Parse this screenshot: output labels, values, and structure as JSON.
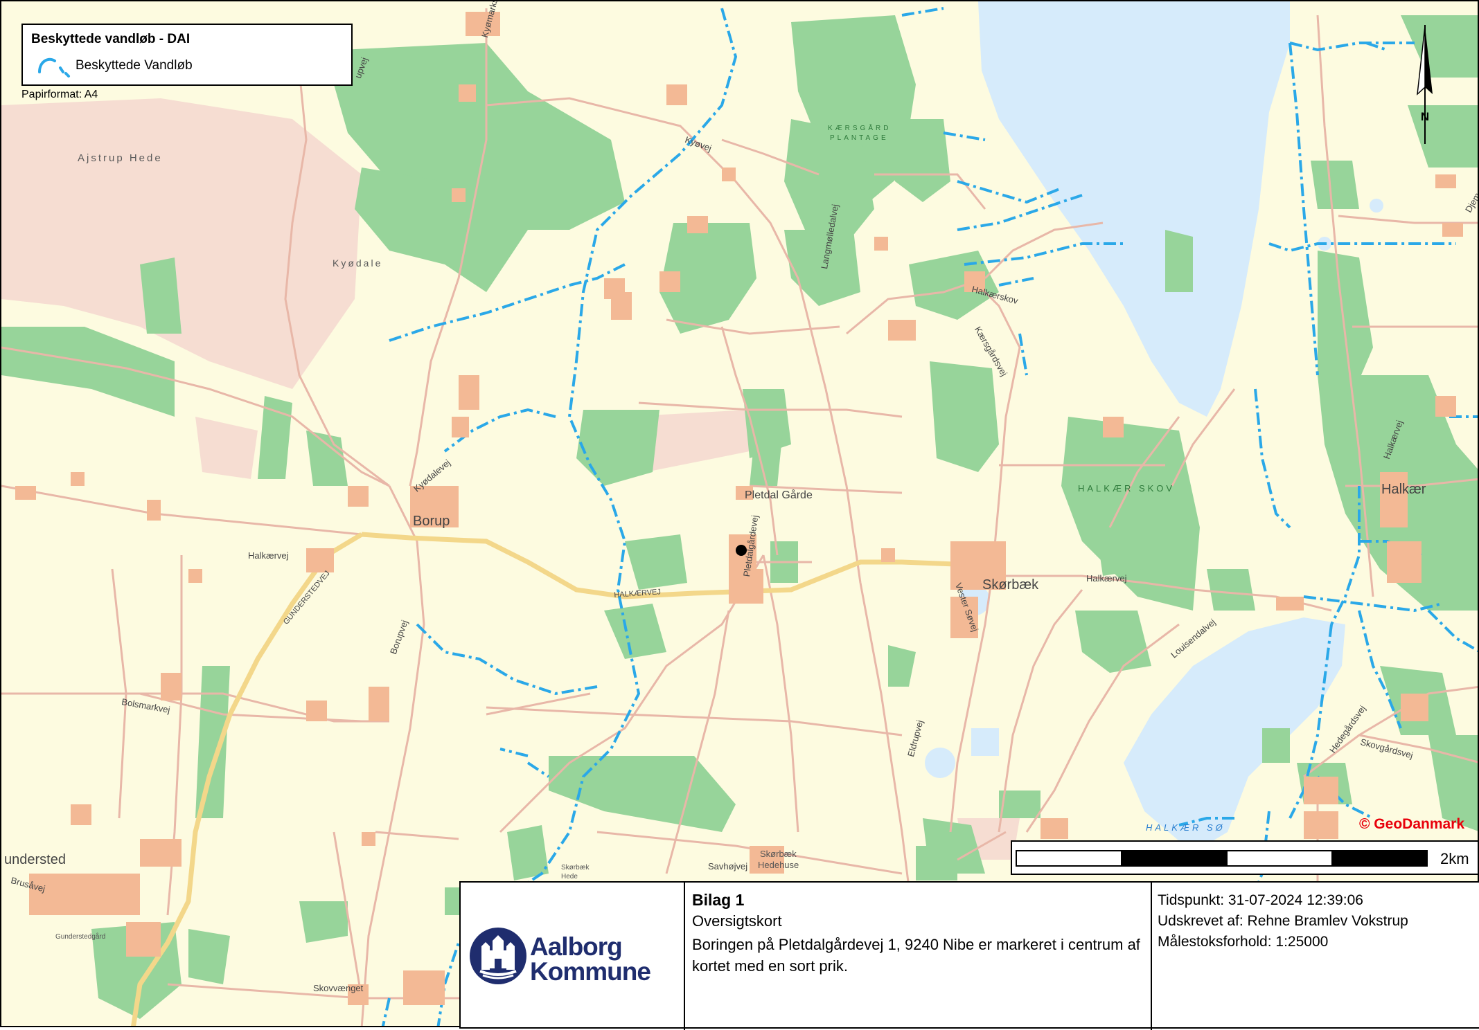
{
  "legend": {
    "title": "Beskyttede vandløb - DAI",
    "item_label": "Beskyttede Vandløb",
    "item_color": "#2aa8e8"
  },
  "paper_format": "Papirformat: A4",
  "north_label": "N",
  "copyright": "© GeoDanmark",
  "scale": {
    "unit_label": "2km",
    "segments": 4
  },
  "map_colors": {
    "land": "#fdfbe0",
    "forest": "#97d49a",
    "heath": "#f6ddd2",
    "water": "#d6ebfb",
    "road": "#e8b7a8",
    "main_road": "#f3d78a",
    "stream": "#2aa8e8",
    "building": "#f3b995",
    "marker": "#000000"
  },
  "place_labels": {
    "borup": "Borup",
    "skorbaek": "Skørbæk",
    "halkaer": "Halkær",
    "gundersted": "understed",
    "pletdal_garde": "Pletdal Gårde",
    "ajstrup_hede": "Ajstrup Hede",
    "kyodale": "Kyødale",
    "karsgard_plantage_1": "KÆRSGÅRD",
    "karsgard_plantage_2": "PLANTAGE",
    "halkaer_skov": "HALKÆR SKOV",
    "halkaer_so": "HALKÆR SØ",
    "skorbaek_hedehuse_1": "Skørbæk",
    "skorbaek_hedehuse_2": "Hedehuse",
    "skorbaek_hede_1": "Skørbæk",
    "skorbaek_hede_2": "Hede",
    "gunderstedgard": "Gunderstedgård"
  },
  "road_labels": {
    "kyovej": "Kyøvej",
    "kyomarksvej": "Kyømarksvej",
    "upvej": "upvej",
    "langmolledalvej": "Langmølledalvej",
    "halkaerskov": "Halkærskov",
    "kaersgardsvej": "Kærsgårdsvej",
    "kyodalevej": "Kyødalevej",
    "halkaervej_w": "Halkærvej",
    "gunderstedvej": "GUNDERSTEDVEJ",
    "halkaervej_mid": "HALKÆRVEJ",
    "pletdalgardevej": "Pletdalgårdevej",
    "vester_sovej": "Vester Søvej",
    "halkaervej_e": "Halkærvej",
    "louisendalvej": "Louisendalvej",
    "borupvej": "Borupvej",
    "bolsmarkvej": "Bolsmarkvej",
    "eldrupvej": "Eldrupvej",
    "savhojvej": "Savhøjvej",
    "brusavej": "Brusåvej",
    "skovvaenget": "Skovvænget",
    "halkaervej_ne": "Halkærvej",
    "hedegardsvej": "Hedegårdsvej",
    "skovgardsvej": "Skovgårdsvej",
    "djem": "Djem"
  },
  "info": {
    "org_line1": "Aalborg",
    "org_line2": "Kommune",
    "bilag": "Bilag 1",
    "subtitle": "Oversigtskort",
    "description": "Boringen på Pletdalgårdevej 1, 9240 Nibe er markeret i centrum af kortet med en sort prik.",
    "timestamp": "Tidspunkt: 31-07-2024 12:39:06",
    "printed_by": "Udskrevet af: Rehne Bramlev Vokstrup",
    "scale_ratio": "Målestoksforhold: 1:25000"
  }
}
